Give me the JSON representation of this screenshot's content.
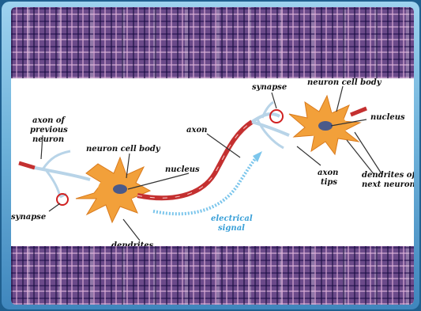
{
  "labels": {
    "axon_of_previous_neuron": [
      "axon of",
      "previous",
      "neuron"
    ],
    "synapse_left": "synapse",
    "neuron_cell_body_left": "neuron cell body",
    "nucleus_left": "nucleus",
    "axon": "axon",
    "dendrites": "dendrites",
    "electrical_signal": [
      "electrical",
      "signal"
    ],
    "synapse_right": "synapse",
    "neuron_cell_body_right": "neuron cell body",
    "nucleus_right": "nucleus",
    "axon_tips": [
      "axon",
      "tips"
    ],
    "dendrites_of_next_neuron": [
      "dendrites of",
      "next neuron"
    ]
  },
  "colors": {
    "neuron_body": "#f2a03a",
    "nucleus": "#4a5a8a",
    "axon": "#c43030",
    "axon_branches": "#b8d4e8",
    "synapse_ring": "#d02020",
    "signal": "#7cc6ec"
  }
}
